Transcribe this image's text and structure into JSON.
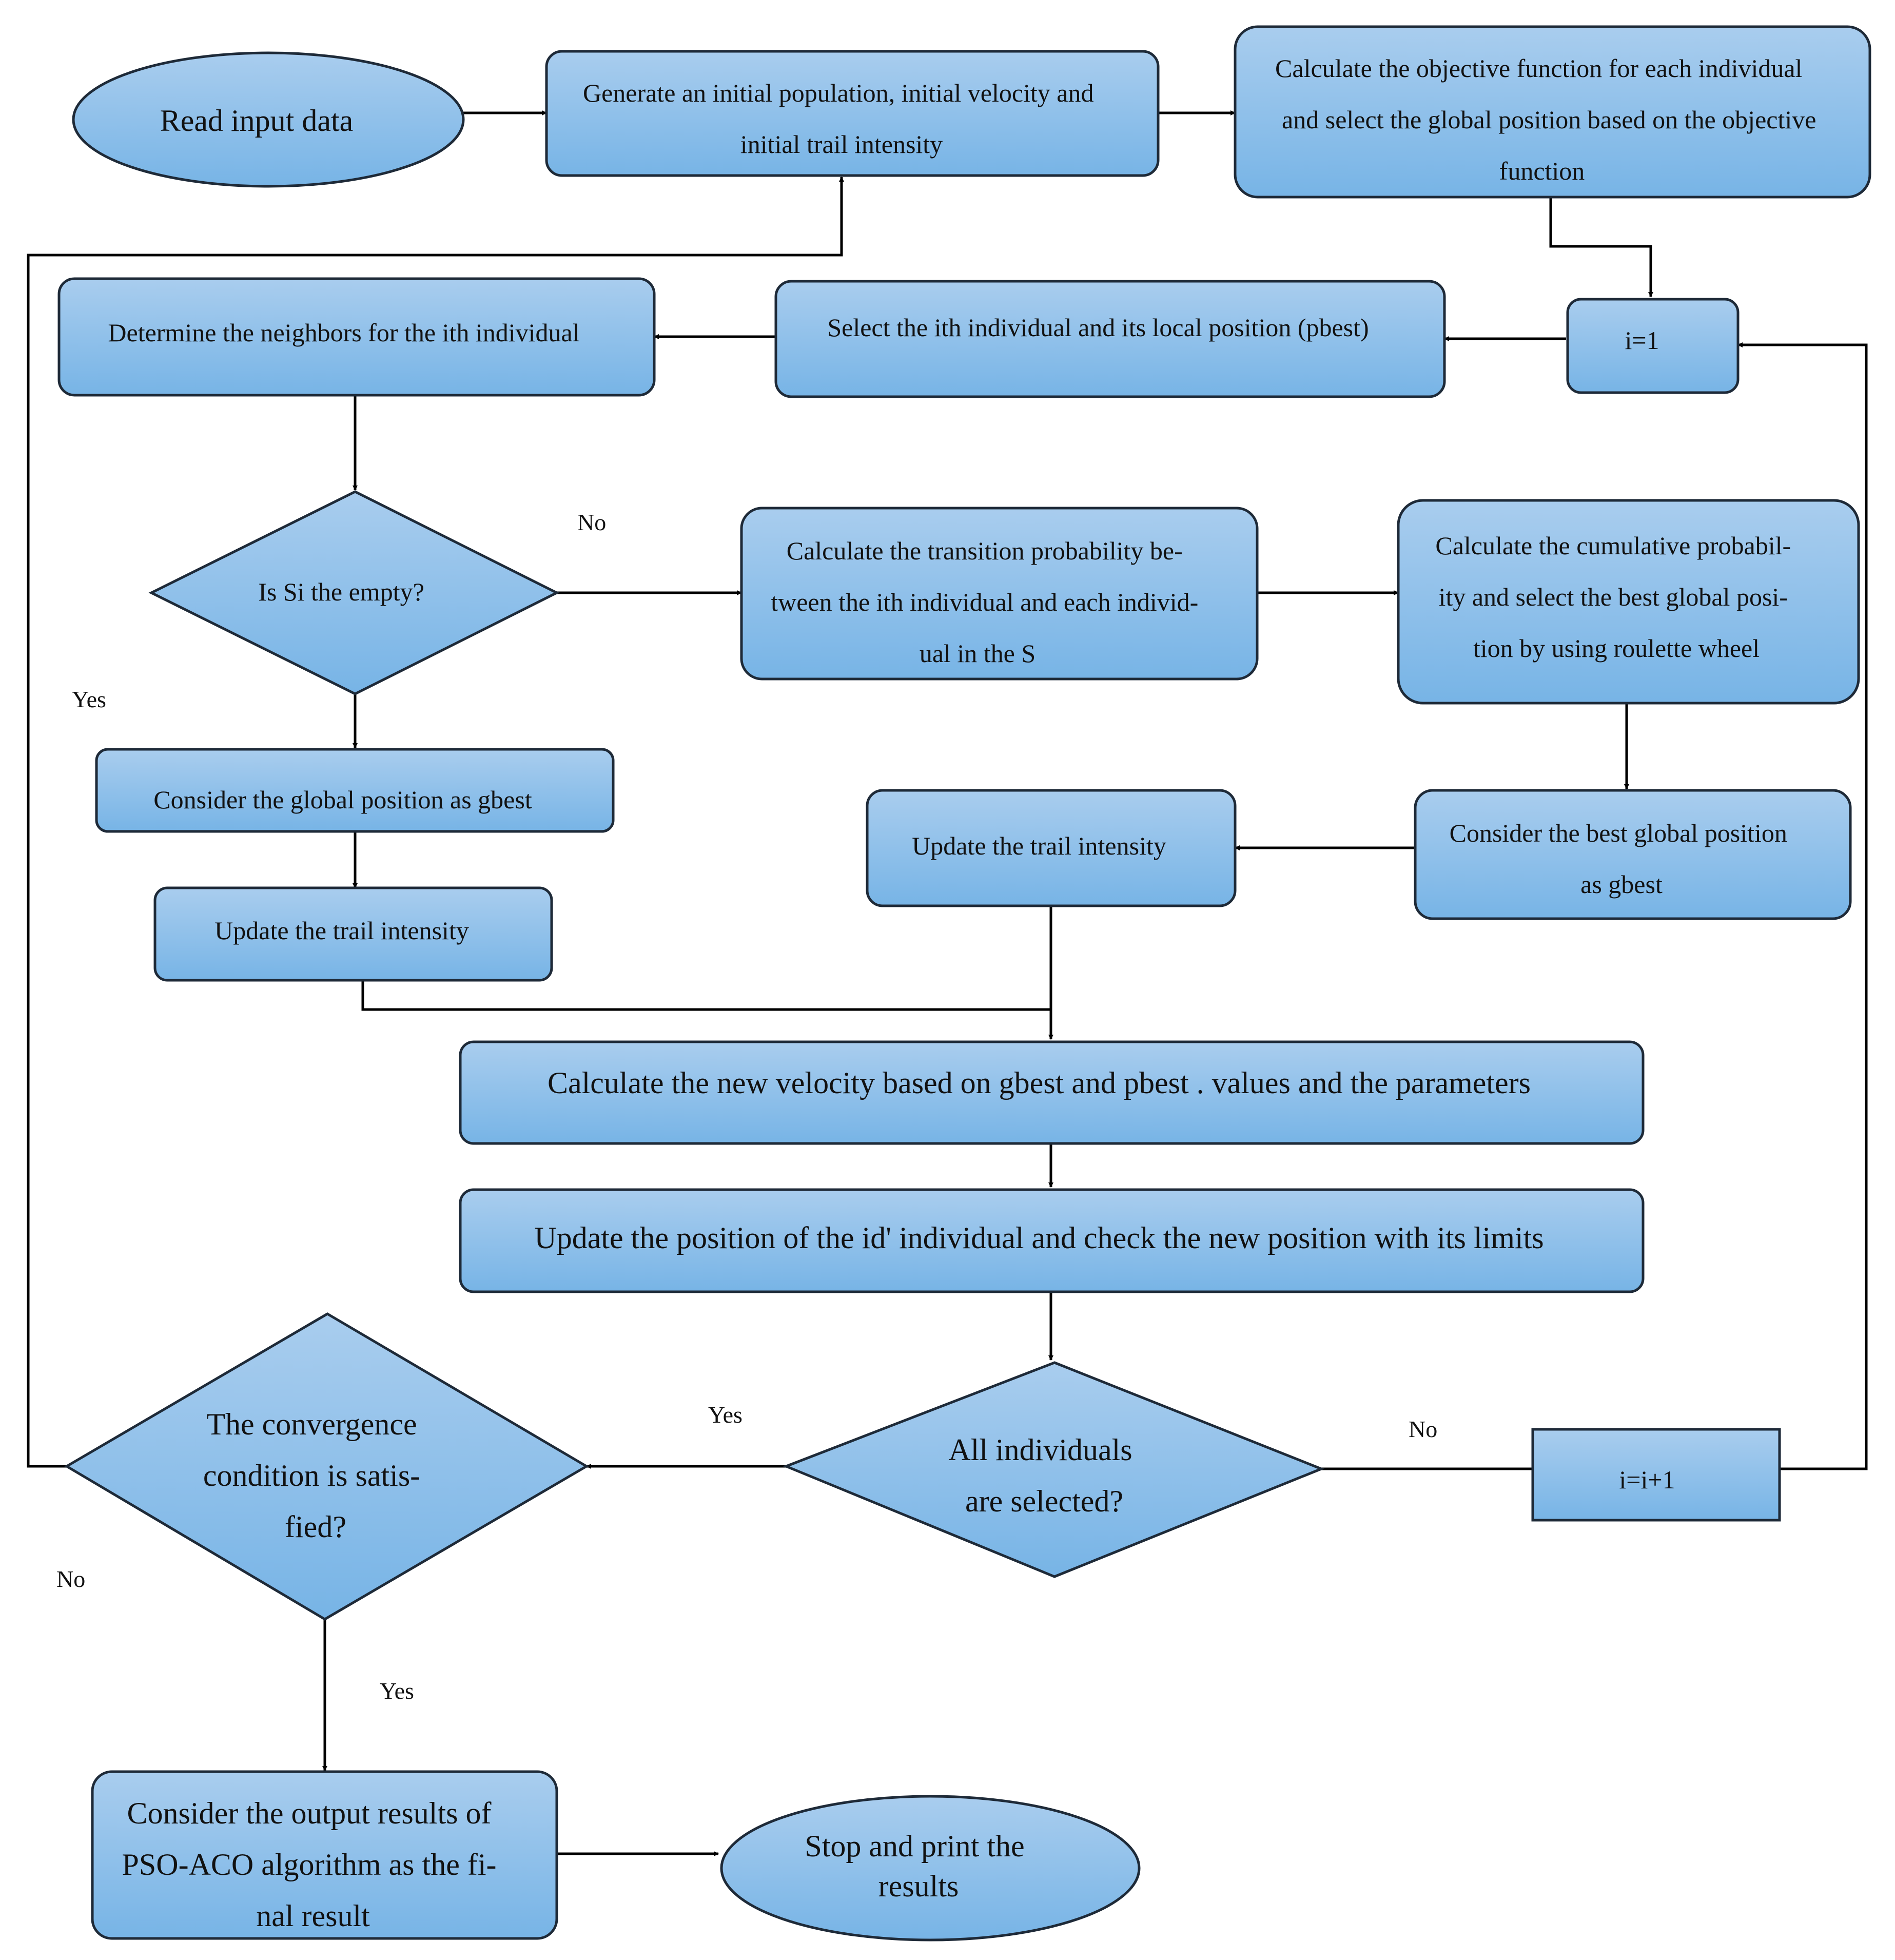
{
  "nodes": {
    "read_input": [
      "Read input data"
    ],
    "generate_population": [
      "Generate an initial population, initial velocity and",
      "initial trail intensity"
    ],
    "calc_objective": [
      "Calculate the objective function for each individual",
      "and select the global position based on the objective",
      "function"
    ],
    "i_equals_1": [
      "i=1"
    ],
    "select_individual": [
      "Select the ith individual and its local position (pbest)"
    ],
    "determine_neighbors": [
      "Determine the neighbors for the ith individual"
    ],
    "is_si_empty": [
      "Is Si the empty?"
    ],
    "calc_transition": [
      "Calculate the transition probability be-",
      "tween the ith individual and each individ-",
      "ual in the S"
    ],
    "calc_cumulative": [
      "Calculate the cumulative probabil-",
      "ity and select the best global posi-",
      "tion by using roulette wheel"
    ],
    "consider_global_gbest": [
      "Consider the global position as gbest"
    ],
    "update_trail_left": [
      "Update the trail intensity"
    ],
    "update_trail_right": [
      "Update the trail intensity"
    ],
    "consider_best_global": [
      "Consider the best global position",
      "as gbest"
    ],
    "calc_velocity": [
      "Calculate the new velocity based on gbest and pbest . values and the parameters"
    ],
    "update_position": [
      "Update the position of the id' individual and check the new position with its limits"
    ],
    "all_selected": [
      "All individuals",
      "are selected?"
    ],
    "convergence": [
      "The convergence",
      "condition is satis-",
      "fied?"
    ],
    "i_increment": [
      "i=i+1"
    ],
    "output_results": [
      "Consider the output results of",
      "PSO-ACO algorithm as the fi-",
      "nal result"
    ],
    "stop_print": [
      "Stop and print the",
      "results"
    ]
  },
  "labels": {
    "no_empty": "No",
    "yes_empty": "Yes",
    "yes_all": "Yes",
    "no_all": "No",
    "no_convergence": "No",
    "yes_convergence": "Yes"
  },
  "colors": {
    "fill_top": "#a9cdee",
    "fill_bottom": "#77b4e6",
    "stroke": "#1e2a38",
    "line": "#000000"
  }
}
